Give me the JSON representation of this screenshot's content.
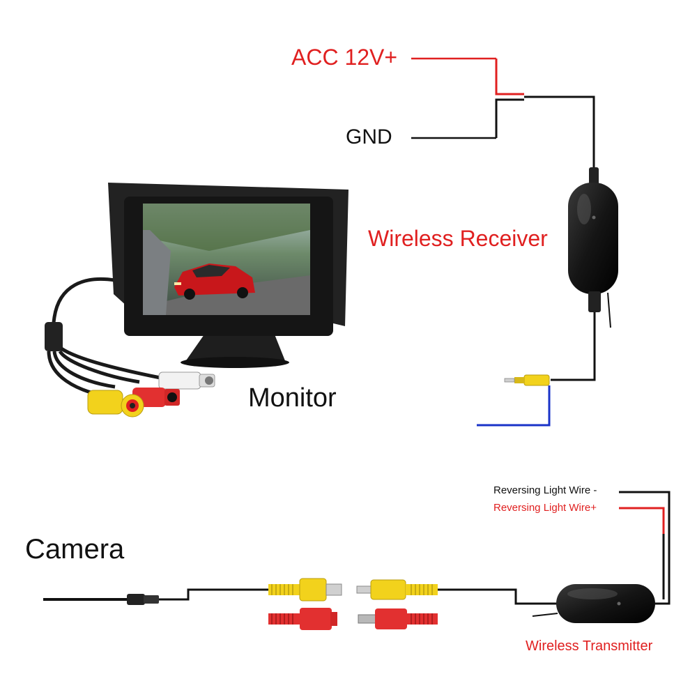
{
  "colors": {
    "power_wire": "#e02020",
    "ground_wire": "#111111",
    "video_wire": "#1a33c8",
    "label_red": "#e02020",
    "label_black": "#111111",
    "rca_yellow": "#f2d21c",
    "rca_red": "#e23030",
    "rca_white": "#f2f2f2",
    "module_body": "#1a1a1a"
  },
  "labels": {
    "acc": "ACC 12V+",
    "gnd": "GND",
    "receiver": "Wireless Receiver",
    "monitor": "Monitor",
    "camera": "Camera",
    "reversing_neg": "Reversing Light Wire -",
    "reversing_pos": "Reversing Light Wire+",
    "transmitter": "Wireless Transmitter"
  },
  "icons": {
    "monitor": "monitor-icon",
    "receiver": "wireless-receiver-icon",
    "transmitter": "wireless-transmitter-icon",
    "rca_plug": "rca-plug-icon",
    "dc_plug": "dc-plug-icon"
  }
}
